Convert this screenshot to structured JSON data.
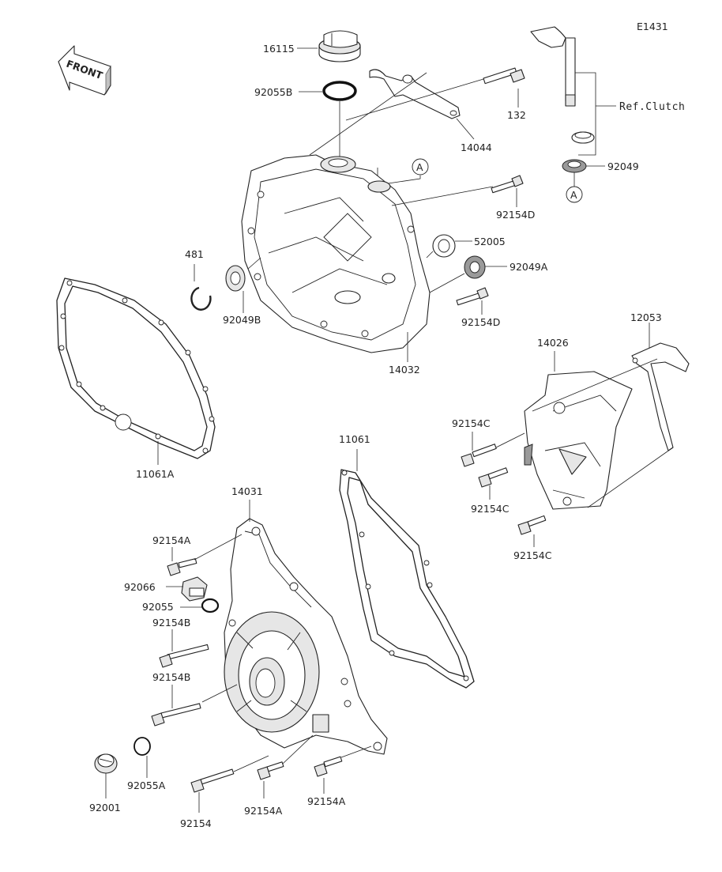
{
  "diagram_id": "E1431",
  "front_label": "FRONT",
  "ref_clutch": "Ref.Clutch",
  "callout_marker": "A",
  "parts": {
    "p16115": "16115",
    "p92055B": "92055B",
    "p132": "132",
    "p14044": "14044",
    "p92049": "92049",
    "p92154D_top": "92154D",
    "p52005": "52005",
    "p92049A": "92049A",
    "p92154D_bot": "92154D",
    "p481": "481",
    "p92049B": "92049B",
    "p14032": "14032",
    "p12053": "12053",
    "p14026": "14026",
    "p92154C_1": "92154C",
    "p92154C_2": "92154C",
    "p92154C_3": "92154C",
    "p11061A": "11061A",
    "p11061": "11061",
    "p14031": "14031",
    "p92154A_1": "92154A",
    "p92066": "92066",
    "p92055": "92055",
    "p92154B_1": "92154B",
    "p92154B_2": "92154B",
    "p92001": "92001",
    "p92055A": "92055A",
    "p92154": "92154",
    "p92154A_2": "92154A",
    "p92154A_3": "92154A"
  }
}
